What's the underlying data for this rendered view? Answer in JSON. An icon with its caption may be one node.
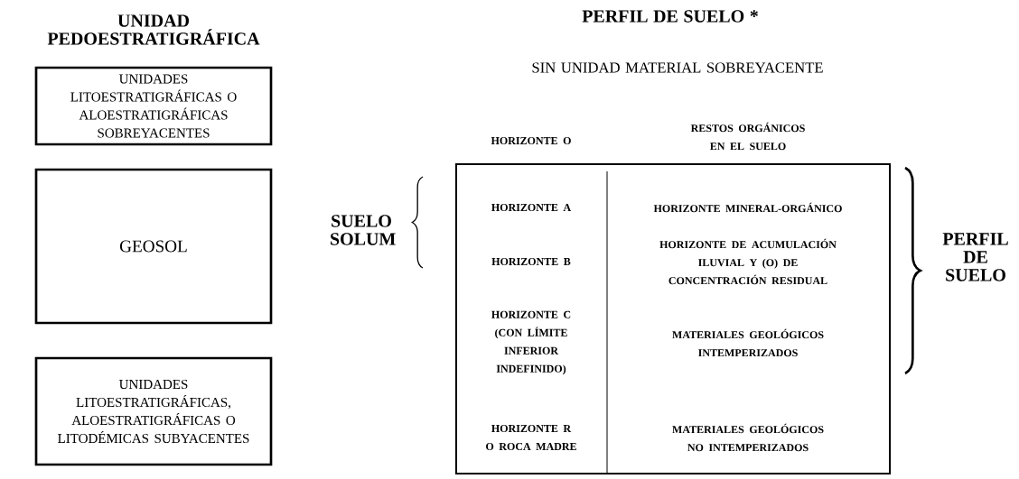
{
  "diagram": {
    "nodes": [
      {
        "text": [
          "UNIDADES LITOESTRATIGRÁFICAS O ALOESTRATIGRÁFICAS SOBREYACENTES"
        ]
      },
      {
        "text": [
          "GEOSOL"
        ]
      },
      {
        "text": [
          "UNIDADES LITOESTRATIGRÁFICAS, ALOESTRATIGRÁFICAS O LITODÉMICAS SUBYACENTES"
        ]
      },
      {
        "text": [],
        "shape": "box"
      }
    ],
    "labels": [
      "UNIDAD PEDOESTRATIGRÁFICA",
      "PERFIL DE SUELO *",
      "SIN UNIDAD MATERIAL SOBREYACENTE",
      "HORIZONTE O",
      "RESTOS ORGÁNICOS EN EL SUELO",
      "SUELO SOLUM",
      "HORIZONTE A",
      "HORIZONTE MINERAL-ORGÁNICO",
      "HORIZONTE B",
      "HORIZONTE DE ACUMULACIÓN ILUVIAL Y (O) DE CONCENTRACIÓN RESIDUAL",
      "PERFIL DE SUELO",
      "HORIZONTE C (CON LÍMITE INFERIOR INDEFINIDO)",
      "MATERIALES GEOLÓGICOS INTEMPERIZADOS",
      "HORIZONTE R O ROCA MADRE",
      "MATERIALES GEOLÓGICOS NO INTEMPERIZADOS"
    ]
  }
}
